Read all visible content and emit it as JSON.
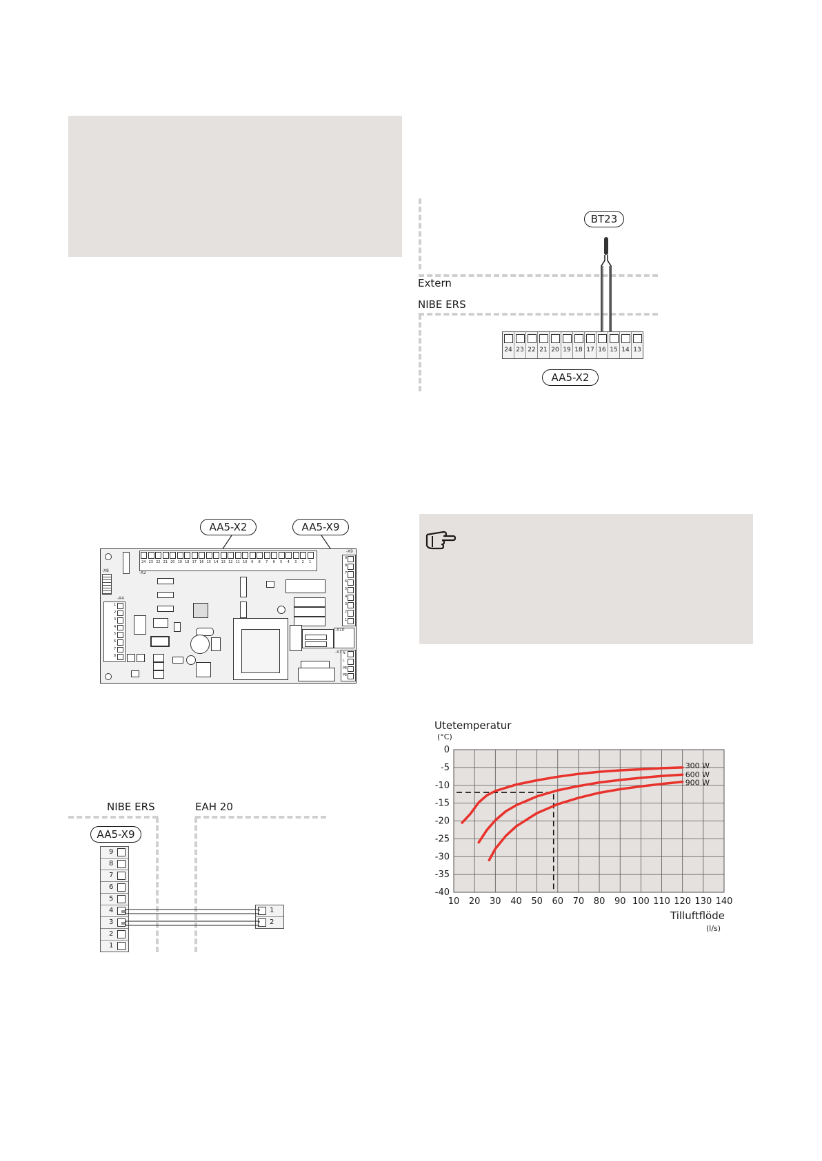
{
  "top_right_diagram": {
    "sensor_label": "BT23",
    "zone_external": "Extern",
    "zone_internal": "NIBE ERS",
    "connector_label": "AA5-X2",
    "terminals": [
      "24",
      "23",
      "22",
      "21",
      "20",
      "19",
      "18",
      "17",
      "16",
      "15",
      "14",
      "13"
    ]
  },
  "board_diagram": {
    "connector_x2_label": "AA5-X2",
    "connector_x9_label": "AA5-X9",
    "silkscreen": {
      "x8": "-X8",
      "x2": "-X2",
      "x4": "-X4",
      "x9": "-X9",
      "x10": "-X10",
      "x1": "-X1",
      "x2_pins": [
        "24",
        "23",
        "22",
        "21",
        "20",
        "19",
        "18",
        "17",
        "16",
        "15",
        "14",
        "13",
        "12",
        "11",
        "10",
        "9",
        "8",
        "7",
        "6",
        "5",
        "4",
        "3",
        "2",
        "1"
      ],
      "x9_pins": [
        "9",
        "8",
        "7",
        "6",
        "5",
        "4",
        "3",
        "2",
        "1"
      ],
      "x4_pins": [
        "1",
        "2",
        "3",
        "4",
        "5",
        "6",
        "7",
        "8"
      ],
      "x1_pins": [
        "N",
        "L",
        "PE",
        "PE"
      ]
    }
  },
  "wiring_diagram": {
    "left_zone": "NIBE ERS",
    "right_zone": "EAH 20",
    "connector_label": "AA5-X9",
    "left_terminals": [
      "9",
      "8",
      "7",
      "6",
      "5",
      "4",
      "3",
      "2",
      "1"
    ],
    "right_terminals": [
      "1",
      "2"
    ]
  },
  "chart_data": {
    "type": "line",
    "title": "Utetemperatur",
    "ylabel_unit": "(°C)",
    "xlabel": "Tilluftflöde",
    "xlabel_unit": "(l/s)",
    "xlim": [
      10,
      140
    ],
    "ylim": [
      -40,
      0
    ],
    "x_ticks": [
      10,
      20,
      30,
      40,
      50,
      60,
      70,
      80,
      90,
      100,
      110,
      120,
      130,
      140
    ],
    "y_ticks": [
      0,
      -5,
      -10,
      -15,
      -20,
      -25,
      -30,
      -35,
      -40
    ],
    "grid": true,
    "colors": {
      "curve": "#e8322b",
      "plot_bg": "#e5e1df"
    },
    "series": [
      {
        "name": "300 W",
        "x": [
          14,
          18,
          22,
          26,
          30,
          40,
          50,
          60,
          70,
          80,
          90,
          100,
          110,
          120
        ],
        "y": [
          -20.5,
          -18,
          -14.8,
          -12.8,
          -11.6,
          -9.8,
          -8.6,
          -7.6,
          -6.8,
          -6.2,
          -5.8,
          -5.5,
          -5.2,
          -5.0
        ]
      },
      {
        "name": "600 W",
        "x": [
          22,
          26,
          30,
          35,
          40,
          50,
          60,
          70,
          80,
          90,
          100,
          110,
          120
        ],
        "y": [
          -26,
          -22.5,
          -19.8,
          -17.3,
          -15.6,
          -13.1,
          -11.4,
          -10.2,
          -9.2,
          -8.5,
          -7.9,
          -7.4,
          -7.0
        ]
      },
      {
        "name": "900 W",
        "x": [
          27,
          30,
          35,
          40,
          50,
          60,
          70,
          80,
          90,
          100,
          110,
          120
        ],
        "y": [
          -31,
          -27.8,
          -24.2,
          -21.5,
          -17.8,
          -15.3,
          -13.5,
          -12.1,
          -11.1,
          -10.3,
          -9.6,
          -9.0
        ]
      }
    ],
    "reference_point": {
      "x": 58,
      "y": -12
    }
  }
}
